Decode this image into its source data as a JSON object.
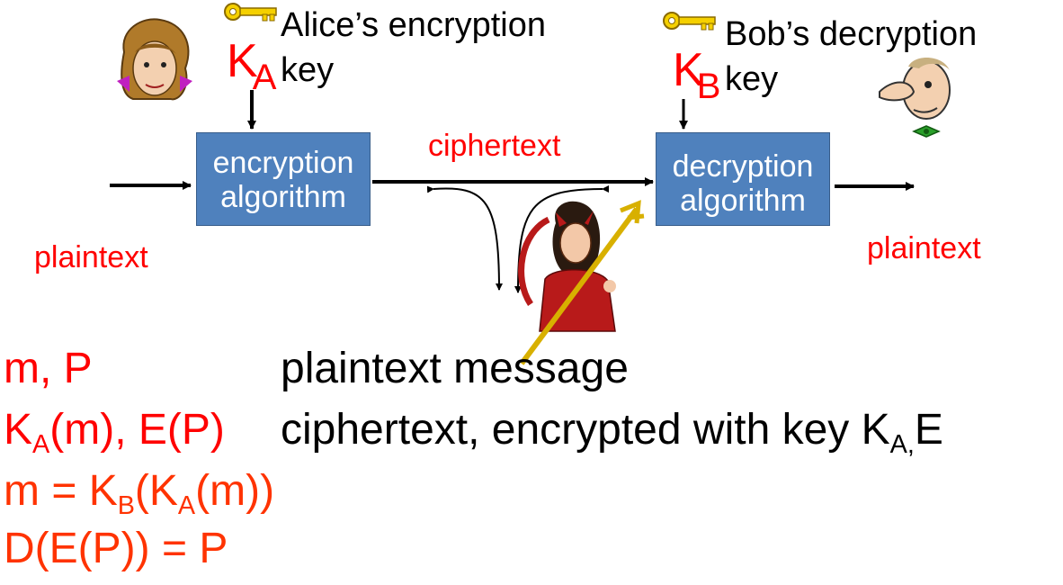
{
  "labels": {
    "alice_key_text": "Alice’s encryption key",
    "alice_key_line1": "Alice’s encryption",
    "alice_key_line2": "key",
    "bob_key_line1": "Bob’s  decryption",
    "bob_key_line2": "key",
    "key_a_letter": "K",
    "key_a_sub": "A",
    "key_b_letter": "K",
    "key_b_sub": "B",
    "ciphertext": "ciphertext",
    "plaintext_left": "plaintext",
    "plaintext_right": "plaintext"
  },
  "boxes": {
    "encryption_line1": "encryption",
    "encryption_line2": "algorithm",
    "decryption_line1": "decryption",
    "decryption_line2": "algorithm"
  },
  "legend": {
    "row1_term": "m, P",
    "row1_desc": "plaintext message",
    "row2_term_k": "K",
    "row2_term_sub": "A",
    "row2_term_rest": "(m), E(P)",
    "row2_desc": "ciphertext, encrypted with key K",
    "row2_desc_sub": "A,",
    "row2_desc_tail": "E",
    "row3_a": "m = K",
    "row3_sub_b": "B",
    "row3_b": "(K",
    "row3_sub_a": "A",
    "row3_c": "(m))",
    "row4": "D(E(P)) = P"
  },
  "colors": {
    "box_fill": "#4f81bd",
    "label_red": "#ff0000",
    "formula_orange": "#ff3300",
    "key_yellow": "#f5d000",
    "devil_red": "#b81a1a"
  },
  "icons": [
    "alice-icon",
    "bob-icon",
    "trudy-devil-icon",
    "key-icon"
  ]
}
